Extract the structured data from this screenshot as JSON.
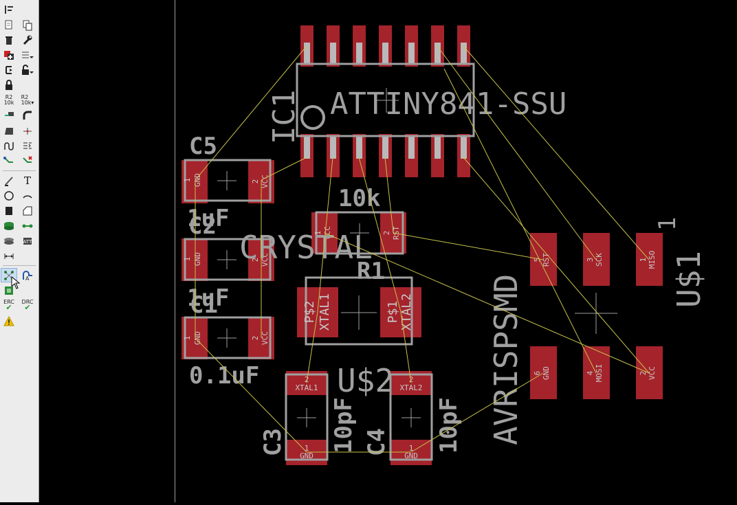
{
  "toolbar": {
    "tools": [
      {
        "name": "info-icon"
      },
      {
        "name": "copy-icon"
      },
      {
        "name": "paste-icon"
      },
      {
        "name": "delete-icon"
      },
      {
        "name": "wrench-icon"
      },
      {
        "name": "add-part-icon"
      },
      {
        "name": "change-icon"
      },
      {
        "name": "replace-icon"
      },
      {
        "name": "lock-icon"
      },
      {
        "name": "smash-icon"
      },
      {
        "name": "name-icon"
      },
      {
        "name": "value-icon"
      },
      {
        "name": "miter-icon"
      },
      {
        "name": "split-icon"
      },
      {
        "name": "optimize-icon"
      },
      {
        "name": "meander-icon"
      },
      {
        "name": "route-icon"
      },
      {
        "name": "ripup-icon"
      },
      {
        "name": "wire-icon"
      },
      {
        "name": "text-icon"
      },
      {
        "name": "circle-icon"
      },
      {
        "name": "arc-icon"
      },
      {
        "name": "rectangle-icon"
      },
      {
        "name": "polygon-icon"
      },
      {
        "name": "via-icon"
      },
      {
        "name": "signal-icon"
      },
      {
        "name": "hole-icon"
      },
      {
        "name": "attribute-icon"
      },
      {
        "name": "dimension-icon"
      },
      {
        "name": "ratsnest-icon"
      },
      {
        "name": "autorouter-icon"
      },
      {
        "name": "erc-icon"
      },
      {
        "name": "drc-icon"
      },
      {
        "name": "errors-icon"
      }
    ],
    "labels": {
      "r2_10k": "10k",
      "r2": "R2",
      "erc": "ERC",
      "drc": "DRC",
      "text_tool": "T",
      "attr": "ATT"
    }
  },
  "board": {
    "components": {
      "ic1": {
        "name": "IC1",
        "value": "ATTINY841-SSU"
      },
      "c5": {
        "name": "C5",
        "value": "1uF",
        "pad1": "1",
        "pad1_signal": "GND",
        "pad2": "2",
        "pad2_signal": "VCC"
      },
      "c2": {
        "name": "C2",
        "value": "1uF",
        "pad1": "1",
        "pad1_signal": "GND",
        "pad2": "2",
        "pad2_signal": "VCC"
      },
      "c1": {
        "name": "C1",
        "value": "0.1uF",
        "pad1": "1",
        "pad1_signal": "GND",
        "pad2": "2",
        "pad2_signal": "VCC"
      },
      "r1": {
        "name": "R1",
        "value": "10k",
        "pad1": "1",
        "pad1_signal": "VCC",
        "pad2": "2",
        "pad2_signal": "RST"
      },
      "u2": {
        "name": "U$2",
        "value": "CRYSTAL",
        "pad1_label": "P$2",
        "pad1_signal": "XTAL1",
        "pad2_label": "P$1",
        "pad2_signal": "XTAL2"
      },
      "c3": {
        "name": "C3",
        "value": "10pF",
        "pad1": "1",
        "pad1_signal": "GND",
        "pad2": "2",
        "pad2_signal": "XTAL1"
      },
      "c4": {
        "name": "C4",
        "value": "10pF",
        "pad1": "1",
        "pad1_signal": "GND",
        "pad2": "2",
        "pad2_signal": "XTAL2"
      },
      "u1": {
        "name": "U$1",
        "value": "AVRISPSMD",
        "pin1_mark": "1",
        "pads": [
          {
            "num": "5",
            "signal": "RST"
          },
          {
            "num": "3",
            "signal": "SCK"
          },
          {
            "num": "1",
            "signal": "MISO"
          },
          {
            "num": "6",
            "signal": "GND"
          },
          {
            "num": "4",
            "signal": "MOSI"
          },
          {
            "num": "2",
            "signal": "VCC"
          }
        ]
      }
    },
    "colors": {
      "background": "#000000",
      "pad": "#a5232b",
      "pad_inner": "#c95b63",
      "silkscreen": "#a0a0a0",
      "airwire": "#c8c34a",
      "pad_text": "#c8c8c8"
    }
  }
}
